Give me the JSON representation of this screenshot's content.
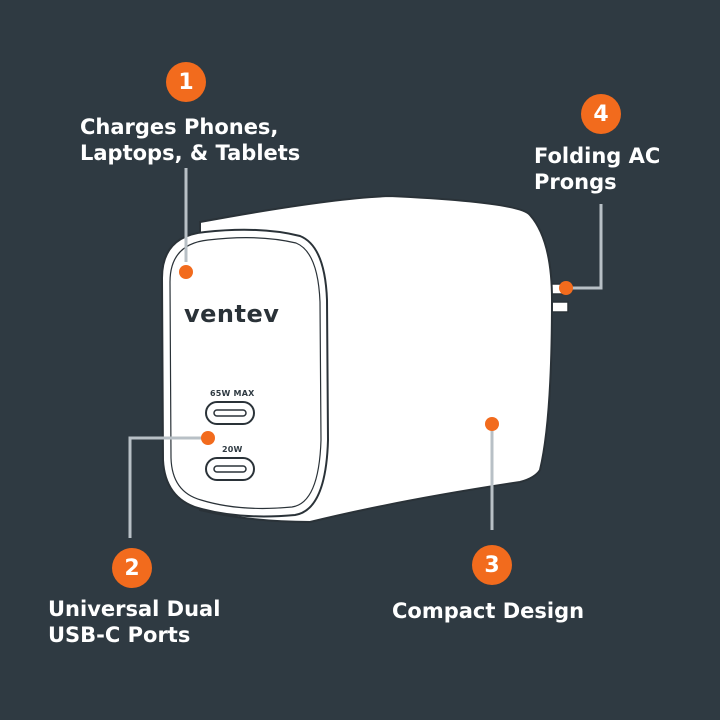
{
  "product": {
    "brand": "ventev",
    "port_top_label": "65W MAX",
    "port_bottom_label": "20W"
  },
  "callouts": [
    {
      "number": "1",
      "line1": "Charges Phones,",
      "line2": "Laptops, & Tablets"
    },
    {
      "number": "2",
      "line1": "Universal Dual",
      "line2": "USB-C Ports"
    },
    {
      "number": "3",
      "line1": "Compact Design",
      "line2": ""
    },
    {
      "number": "4",
      "line1": "Folding AC",
      "line2": "Prongs"
    }
  ],
  "colors": {
    "background": "#2f3a42",
    "accent": "#f26b1d",
    "leader": "#b8c0c6",
    "device": "#ffffff"
  }
}
